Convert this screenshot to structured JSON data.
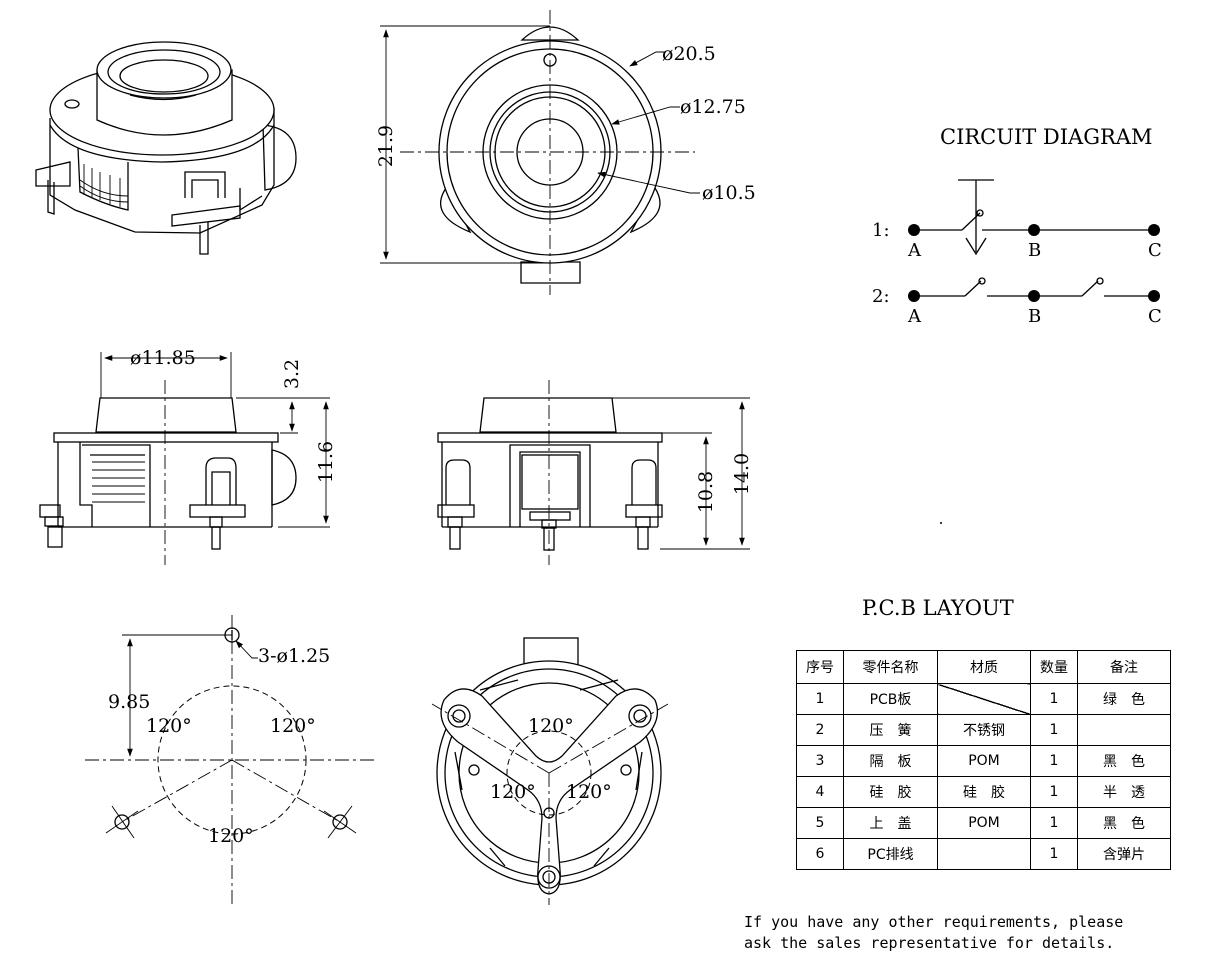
{
  "dimensions": {
    "outer_diameter": "ø20.5",
    "middle_diameter": "ø12.75",
    "inner_diameter": "ø10.5",
    "height_top": "21.9",
    "side_diameter": "ø11.85",
    "cap_height": "3.2",
    "body_height": "11.6",
    "pin_height": "10.8",
    "total_height": "14.0",
    "hole_spec": "3-ø1.25",
    "hole_offset": "9.85",
    "angle_a": "120°",
    "angle_b": "120°",
    "angle_c": "120°",
    "bottom_angle_a": "120°",
    "bottom_angle_b": "120°",
    "bottom_angle_c": "120°"
  },
  "circuit": {
    "title": "CIRCUIT DIAGRAM",
    "row1_label": "1:",
    "row2_label": "2:",
    "terminals": [
      "A",
      "B",
      "C"
    ]
  },
  "pcb": {
    "title": "P.C.B LAYOUT"
  },
  "bom": {
    "headers": [
      "序号",
      "零件名称",
      "材质",
      "数量",
      "备注"
    ],
    "rows": [
      [
        "1",
        "PCB板",
        "",
        "1",
        "绿　色"
      ],
      [
        "2",
        "压　簧",
        "不锈钢",
        "1",
        ""
      ],
      [
        "3",
        "隔　板",
        "POM",
        "1",
        "黑　色"
      ],
      [
        "4",
        "硅　胶",
        "硅　胶",
        "1",
        "半　透"
      ],
      [
        "5",
        "上　盖",
        "POM",
        "1",
        "黑　色"
      ],
      [
        "6",
        "PC排线",
        "",
        "1",
        "含弹片"
      ]
    ]
  },
  "note": {
    "line1": "If you have any other requirements, please",
    "line2": "ask the sales representative for details."
  }
}
